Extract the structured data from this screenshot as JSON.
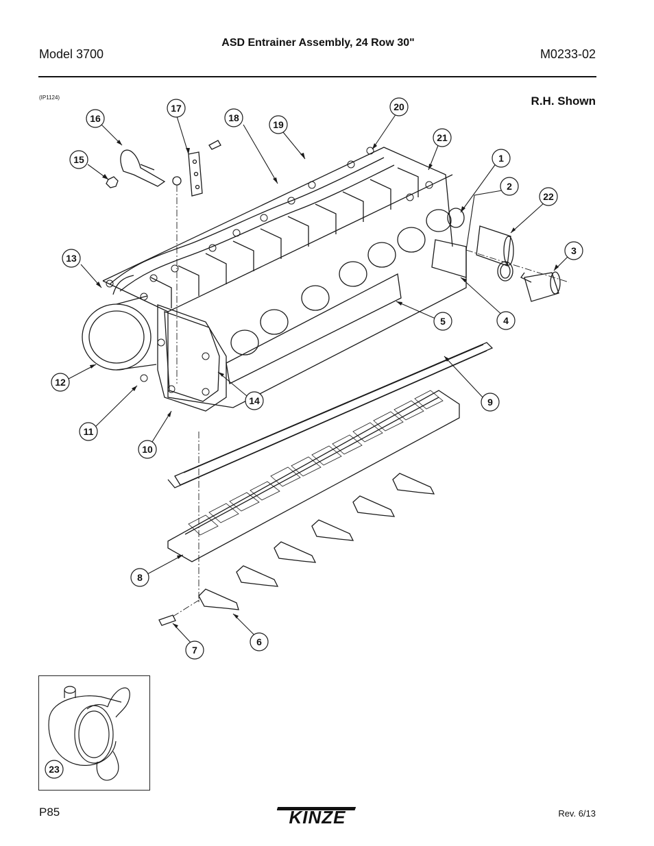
{
  "header": {
    "model": "Model 3700",
    "title": "ASD Entrainer Assembly, 24 Row 30\"",
    "doc_number": "M0233-02"
  },
  "figure": {
    "code": "(IP1124)",
    "orientation_note": "R.H. Shown",
    "callouts": [
      "1",
      "2",
      "3",
      "4",
      "5",
      "6",
      "7",
      "8",
      "9",
      "10",
      "11",
      "12",
      "13",
      "14",
      "15",
      "16",
      "17",
      "18",
      "19",
      "20",
      "21",
      "22",
      "23"
    ]
  },
  "footer": {
    "page": "P85",
    "brand": "KINZE",
    "revision": "Rev. 6/13"
  }
}
